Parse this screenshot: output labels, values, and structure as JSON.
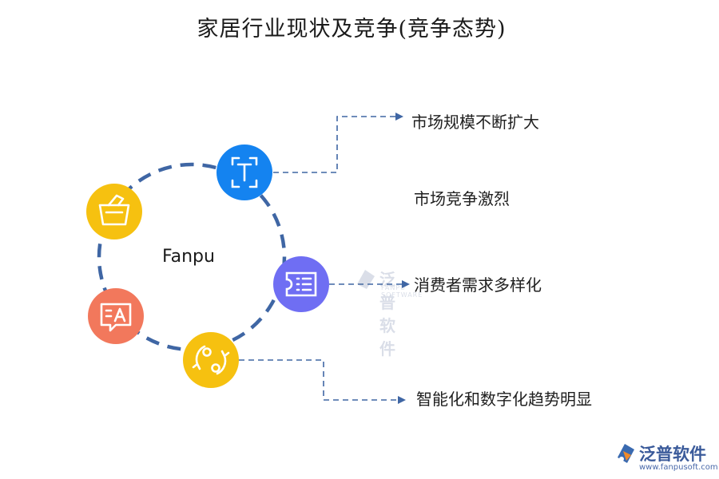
{
  "title": "家居行业现状及竞争(竞争态势)",
  "center": "Fanpu",
  "items": [
    "市场规模不断扩大",
    "市场竞争激烈",
    "消费者需求多样化",
    "智能化和数字化趋势明显"
  ],
  "nodes": [
    {
      "icon": "text-frame-icon",
      "color": "#1483f0"
    },
    {
      "icon": "basket-icon",
      "color": "#f6c110"
    },
    {
      "icon": "list-card-icon",
      "color": "#6f6ef3"
    },
    {
      "icon": "chat-a-icon",
      "color": "#f2785c"
    },
    {
      "icon": "circle-arrows-icon",
      "color": "#f6c110"
    }
  ],
  "colors": {
    "ring": "#3f66a4",
    "connector": "#3f66a4"
  },
  "watermark": {
    "text": "泛普软件",
    "sub": "FANPU SOFTWARE"
  },
  "logo": {
    "name": "泛普软件",
    "url": "www.fanpusoft.com"
  }
}
